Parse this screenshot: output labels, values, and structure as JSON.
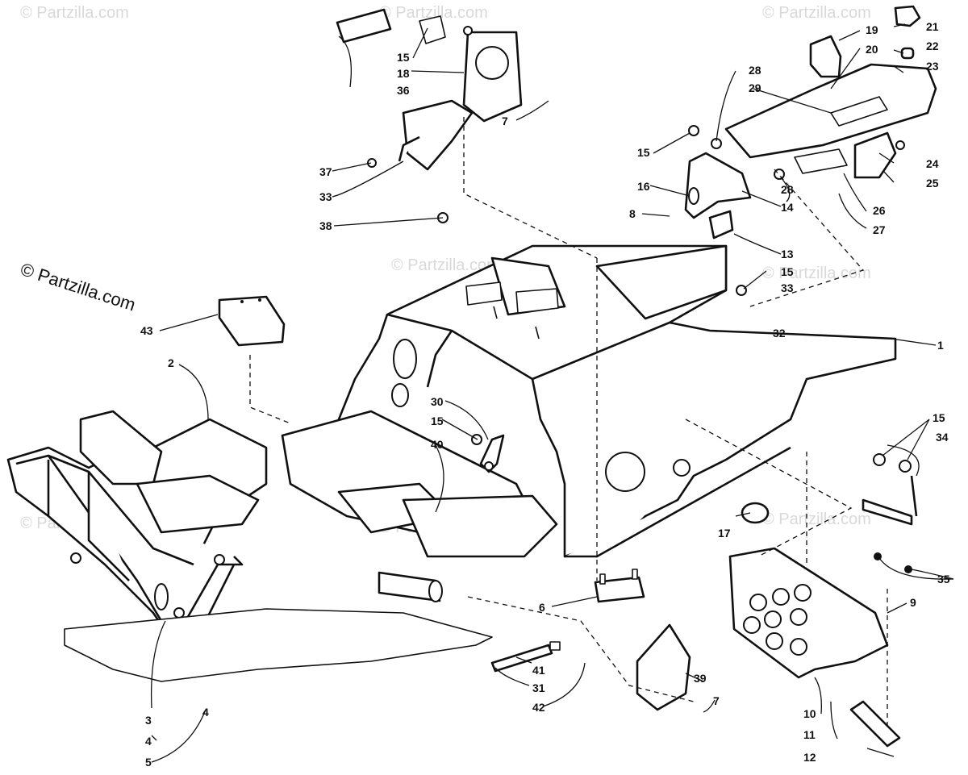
{
  "diagram": {
    "watermark_main": "© Partzilla.com",
    "watermark_faint": "© Partzilla.com",
    "colors": {
      "ink": "#111111",
      "paper": "#ffffff",
      "watermark": "#d9d9d9"
    },
    "callouts": {
      "n1": "1",
      "n2": "2",
      "n3": "3",
      "n4": "4",
      "n4b": "4",
      "n5": "5",
      "n6": "6",
      "n7a": "7",
      "n7b": "7",
      "n8": "8",
      "n9": "9",
      "n10": "10",
      "n11": "11",
      "n12": "12",
      "n13": "13",
      "n14": "14",
      "n15a": "15",
      "n15b": "15",
      "n15c": "15",
      "n15d": "15",
      "n15e": "15",
      "n16": "16",
      "n17": "17",
      "n18": "18",
      "n19": "19",
      "n20": "20",
      "n21": "21",
      "n22": "22",
      "n23": "23",
      "n24": "24",
      "n25": "25",
      "n26": "26",
      "n27": "27",
      "n28a": "28",
      "n28b": "28",
      "n29": "29",
      "n30": "30",
      "n31": "31",
      "n32": "32",
      "n33a": "33",
      "n33b": "33",
      "n34": "34",
      "n35": "35",
      "n36": "36",
      "n37": "37",
      "n38": "38",
      "n39": "39",
      "n40": "40",
      "n41": "41",
      "n42": "42",
      "n43": "43"
    }
  }
}
